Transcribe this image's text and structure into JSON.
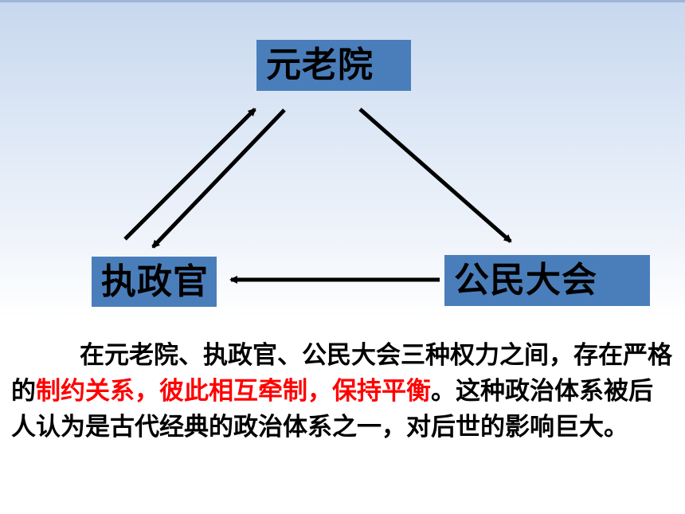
{
  "nodes": {
    "senate": "元老院",
    "consul": "执政官",
    "assembly": "公民大会"
  },
  "text": {
    "part1": "在元老院、执政官、公民大会三种权力之间，存在严格的",
    "highlight": "制约关系，彼此相互牵制，保持平衡",
    "part2": "。这种政治体系被后人认为是古代经典的政治体系之一，对后世的影响巨大。"
  },
  "colors": {
    "node_fill": "#4a7ebb",
    "highlight": "#ff0000",
    "arrow": "#000000"
  },
  "edges": [
    {
      "from": "consul",
      "to": "senate"
    },
    {
      "from": "senate",
      "to": "consul"
    },
    {
      "from": "senate",
      "to": "assembly"
    },
    {
      "from": "assembly",
      "to": "consul"
    }
  ]
}
